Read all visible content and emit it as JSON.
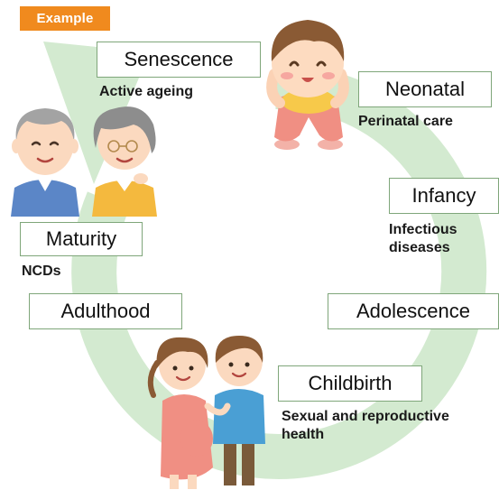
{
  "badge": {
    "label": "Example"
  },
  "colors": {
    "badge": "#f08a1e",
    "cycle_arrow": "#d3ead0",
    "box_border": "#7fa67a"
  },
  "stages": [
    {
      "id": "senescence",
      "label": "Senescence",
      "note": "Active ageing"
    },
    {
      "id": "neonatal",
      "label": "Neonatal",
      "note": "Perinatal care"
    },
    {
      "id": "infancy",
      "label": "Infancy",
      "note": "Infectious\ndiseases"
    },
    {
      "id": "adolescence",
      "label": "Adolescence",
      "note": ""
    },
    {
      "id": "childbirth",
      "label": "Childbirth",
      "note": "Sexual and reproductive\nhealth"
    },
    {
      "id": "adulthood",
      "label": "Adulthood",
      "note": ""
    },
    {
      "id": "maturity",
      "label": "Maturity",
      "note": "NCDs"
    }
  ],
  "illustrations": [
    {
      "name": "baby-illustration"
    },
    {
      "name": "elderly-couple-illustration"
    },
    {
      "name": "pregnant-couple-illustration"
    }
  ]
}
